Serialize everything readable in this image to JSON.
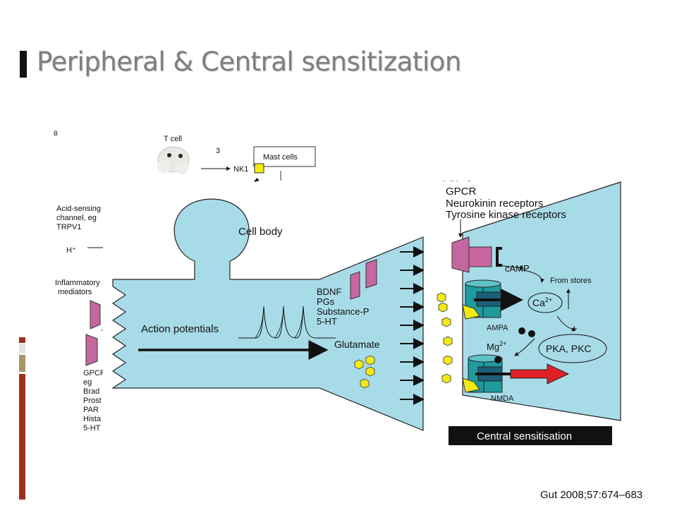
{
  "slide": {
    "title": "Peripheral & Central sensitization",
    "citation": "Gut 2008;57:674–683"
  },
  "diagram": {
    "panel_letter": "B",
    "t_cell": "T cell",
    "step_number": "3",
    "nk1": "NK1",
    "mast_cells": "Mast cells",
    "cut_top_label": "Cell bodies",
    "left_labels": {
      "acid_sensing": [
        "Acid-sensing",
        "channel, eg",
        "TRPV1"
      ],
      "h_plus": "H⁺",
      "inflammatory": [
        "Inflammatory",
        "mediators"
      ],
      "gpcr_list": [
        "GPCR",
        "eg",
        "Brad",
        "Prost",
        "PAR",
        "Hista",
        "5-HT"
      ]
    },
    "cell_body": "Cell body",
    "action_potentials": "Action potentials",
    "mediators": [
      "BDNF",
      "PGs",
      "Substance-P",
      "5-HT"
    ],
    "glutamate": "Glutamate",
    "receptors": [
      "GPCR",
      "Neurokinin receptors",
      "Tyrosine kinase receptors"
    ],
    "camp": "cAMP",
    "from_stores": "From stores",
    "ca": "Ca",
    "ca_sup": "2+",
    "ampa": "AMPA",
    "plus_sign": "+",
    "mg": "Mg",
    "mg_sup": "2+",
    "pka_pkc": "PKA, PKC",
    "nmda": "NMDA",
    "central_sensitisation": "Central sensitisation"
  },
  "colors": {
    "neuron_fill": "#a8dbe8",
    "receptor_purple": "#c7679f",
    "glutamate_yellow": "#f3ea12",
    "channel_teal": "#1f9a9d",
    "arrow_red": "#e02027",
    "strip_red": "#9e2f22",
    "strip_tan": "#a8956b"
  }
}
